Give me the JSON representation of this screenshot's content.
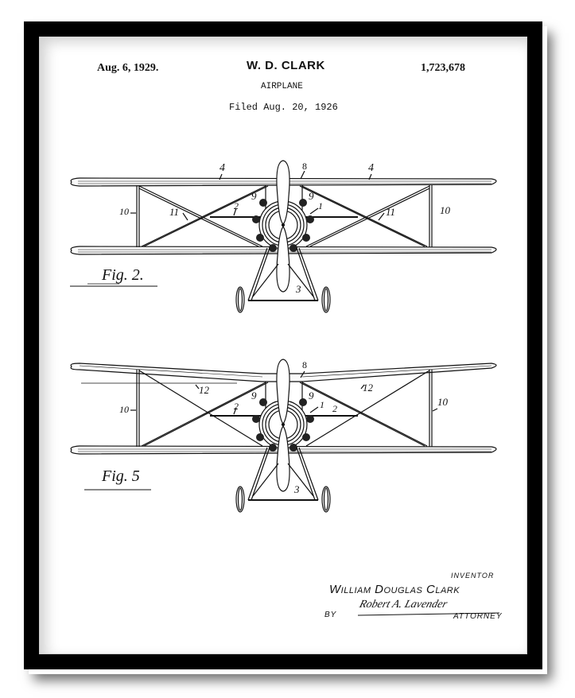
{
  "header": {
    "date": "Aug. 6, 1929.",
    "inventor_short": "W. D. CLARK",
    "patent_number": "1,723,678",
    "title": "AIRPLANE",
    "filed": "Filed Aug. 20, 1926"
  },
  "figures": [
    {
      "label": "Fig. 2.",
      "callouts": [
        "4",
        "4",
        "8",
        "9",
        "9",
        "10",
        "10",
        "11",
        "11",
        "2",
        "1",
        "3"
      ]
    },
    {
      "label": "Fig. 5",
      "callouts": [
        "8",
        "9",
        "9",
        "10",
        "10",
        "12",
        "12",
        "2",
        "2",
        "1",
        "3"
      ]
    }
  ],
  "labels": {
    "n1": "1",
    "n2": "2",
    "n3": "3",
    "n4": "4",
    "n8": "8",
    "n9": "9",
    "n10": "10",
    "n11": "11",
    "n12": "12"
  },
  "footer": {
    "inventor_label": "INVENTOR",
    "inventor_name": "William Douglas Clark",
    "by": "BY",
    "signature": "Robert A. Lavender",
    "attorney_label": "ATTORNEY"
  },
  "frame": {
    "frame_color": "#000000",
    "mat_color": "#ffffff",
    "ink_color": "#111111"
  }
}
